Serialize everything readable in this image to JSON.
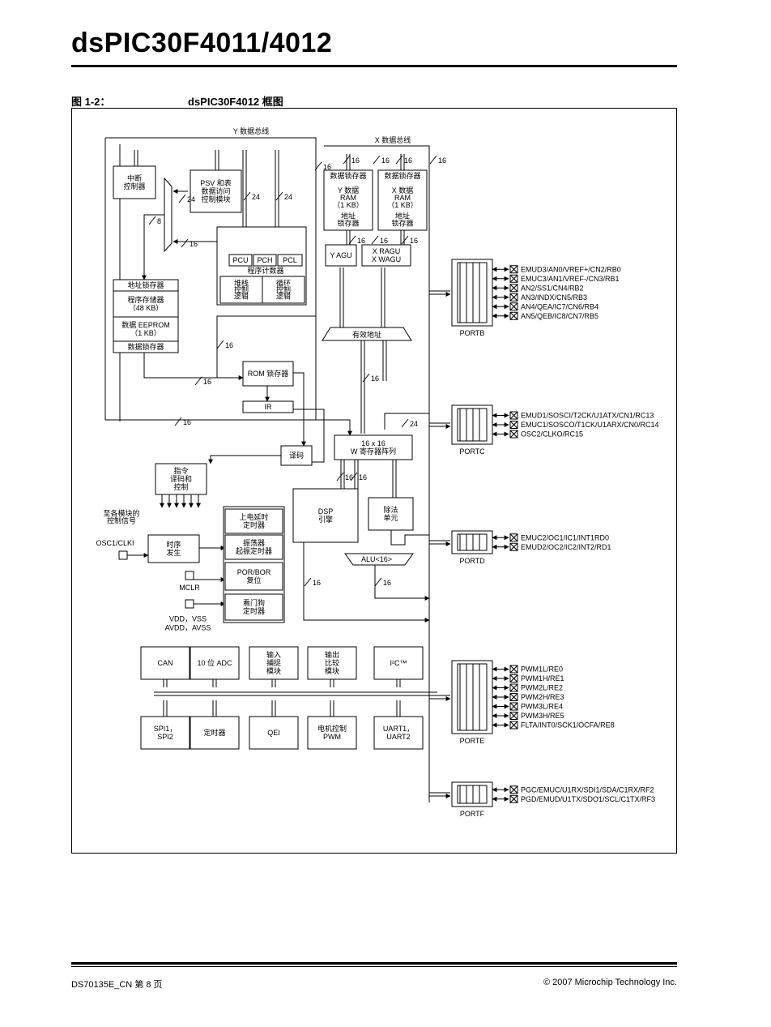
{
  "header": {
    "title": "dsPIC30F4011/4012"
  },
  "figure": {
    "label": "图 1-2：",
    "title": "dsPIC30F4012 框图"
  },
  "blocks": {
    "y_bus": "Y 数据总线",
    "x_bus": "X 数据总线",
    "irq": [
      "中断",
      "控制器"
    ],
    "psv": [
      "PSV 和表",
      "数据访问",
      "控制模块"
    ],
    "pcu": "PCU",
    "pch": "PCH",
    "pcl": "PCL",
    "pc": "程序计数器",
    "stack": [
      "堆栈",
      "控制",
      "逻辑"
    ],
    "loop": [
      "循环",
      "控制",
      "逻辑"
    ],
    "addr_latch": "地址锁存器",
    "prog_mem": [
      "程序存储器",
      "（48 KB）"
    ],
    "eeprom": [
      "数据 EEPROM",
      "（1 KB）"
    ],
    "data_latch": "数据锁存器",
    "yram": [
      "数据锁存器",
      "Y 数据",
      "RAM",
      "（1 KB）",
      "地址",
      "锁存器"
    ],
    "xram": [
      "数据锁存器",
      "X 数据",
      "RAM",
      "（1 KB）",
      "地址",
      "锁存器"
    ],
    "yagu": "Y AGU",
    "xagu": [
      "X RAGU",
      "X WAGU"
    ],
    "eff_addr": "有效地址",
    "rom_latch": "ROM 锁存器",
    "ir": "IR",
    "decode": "译码",
    "wreg": [
      "16 x 16",
      "W 寄存器阵列"
    ],
    "instr": [
      "指令",
      "译码和",
      "控制"
    ],
    "ctrl_sig": [
      "至各模块的",
      "控制信号"
    ],
    "dsp": [
      "DSP",
      "引擎"
    ],
    "div": [
      "除法",
      "单元"
    ],
    "alu": "ALU<16>",
    "osc": "OSC1/CLKI",
    "timing": [
      "时序",
      "发生"
    ],
    "pwrt": [
      "上电延时",
      "定时器"
    ],
    "ost": [
      "振荡器",
      "起振定时器"
    ],
    "por": [
      "POR/BOR",
      "复位"
    ],
    "wdt": [
      "看门狗",
      "定时器"
    ],
    "mclr": "MCLR",
    "power": [
      "VDD，VSS",
      "AVDD，AVSS"
    ],
    "periph_top": [
      "CAN",
      "10 位 ADC",
      "输入|捕捉|模块",
      "输出|比较|模块",
      "I²C™"
    ],
    "periph_bot": [
      "SPI1，|SPI2",
      "定时器",
      "QEI",
      "电机控制|PWM",
      "UART1，|UART2"
    ]
  },
  "widths": [
    "16",
    "16",
    "16",
    "16",
    "16",
    "24",
    "24",
    "24",
    "8",
    "16",
    "16",
    "16",
    "16",
    "16",
    "16",
    "16",
    "16",
    "24",
    "16",
    "16",
    "16",
    "16"
  ],
  "ports": [
    {
      "name": "PORTB",
      "pins": [
        "EMUD3/AN0/VREF+/CN2/RB0",
        "EMUC3/AN1/VREF-/CN3/RB1",
        "AN2/SS1/CN4/RB2",
        "AN3/INDX/CN5/RB3",
        "AN4/QEA/IC7/CN6/RB4",
        "AN5/QEB/IC8/CN7/RB5"
      ]
    },
    {
      "name": "PORTC",
      "pins": [
        "EMUD1/SOSCI/T2CK/U1ATX/CN1/RC13",
        "EMUC1/SOSCO/T1CK/U1ARX/CN0/RC14",
        "OSC2/CLKO/RC15"
      ]
    },
    {
      "name": "PORTD",
      "pins": [
        "EMUC2/OC1/IC1/INT1RD0",
        "EMUD2/OC2/IC2/INT2/RD1"
      ]
    },
    {
      "name": "PORTE",
      "pins": [
        "PWM1L/RE0",
        "PWM1H/RE1",
        "PWM2L/RE2",
        "PWM2H/RE3",
        "PWM3L/RE4",
        "PWM3H/RE5",
        "FLTA/INT0/SCK1/OCFA/RE8"
      ]
    },
    {
      "name": "PORTF",
      "pins": [
        "PGC/EMUC/U1RX/SDI1/SDA/C1RX/RF2",
        "PGD/EMUD/U1TX/SDO1/SCL/C1TX/RF3"
      ]
    }
  ],
  "footer": {
    "left": "DS70135E_CN 第 8 页",
    "right": "© 2007 Microchip Technology Inc."
  }
}
